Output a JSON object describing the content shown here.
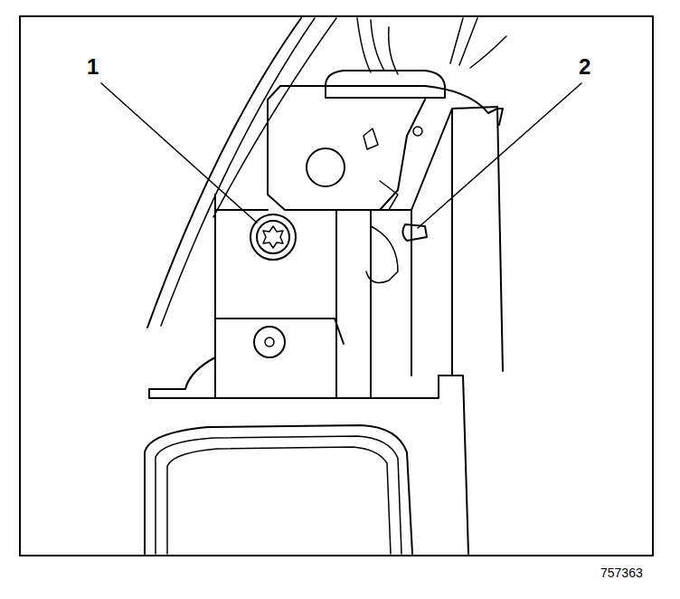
{
  "diagram": {
    "labels": [
      "1",
      "2",
      "757363"
    ]
  }
}
